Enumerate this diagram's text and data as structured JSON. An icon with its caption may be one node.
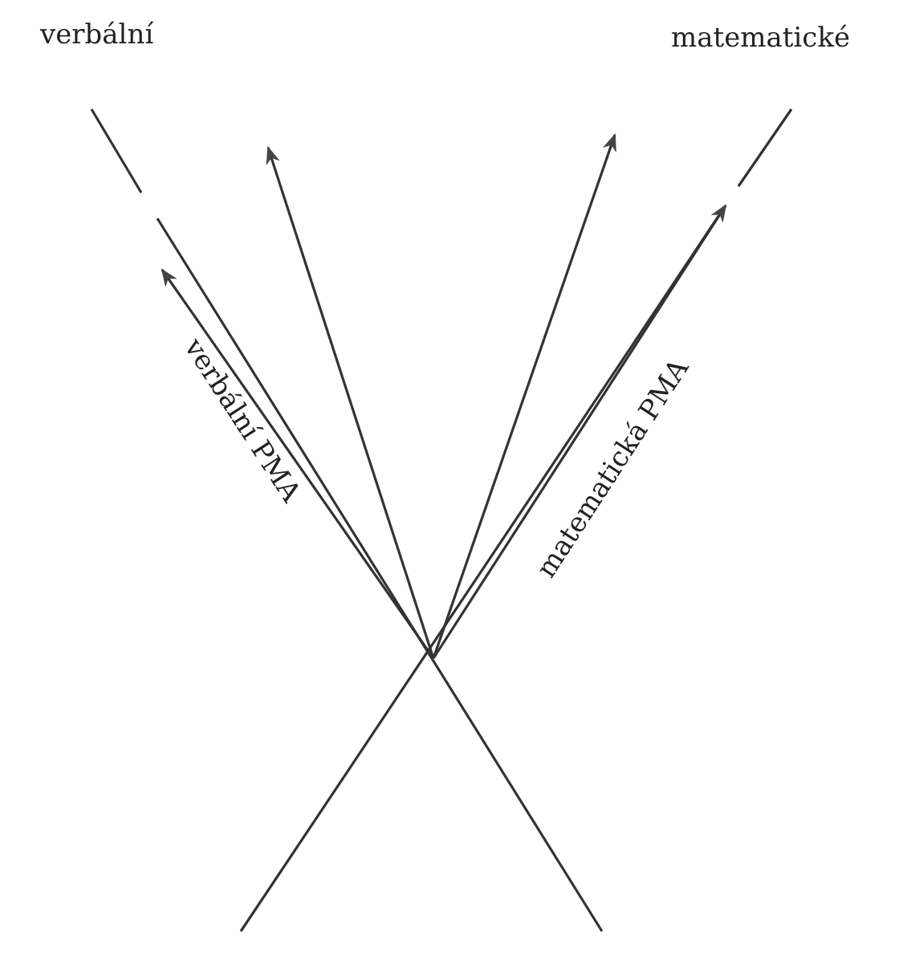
{
  "diagram": {
    "labels": [
      "verbální",
      "matematické",
      "verbální PMA",
      "matematická PMA"
    ]
  }
}
